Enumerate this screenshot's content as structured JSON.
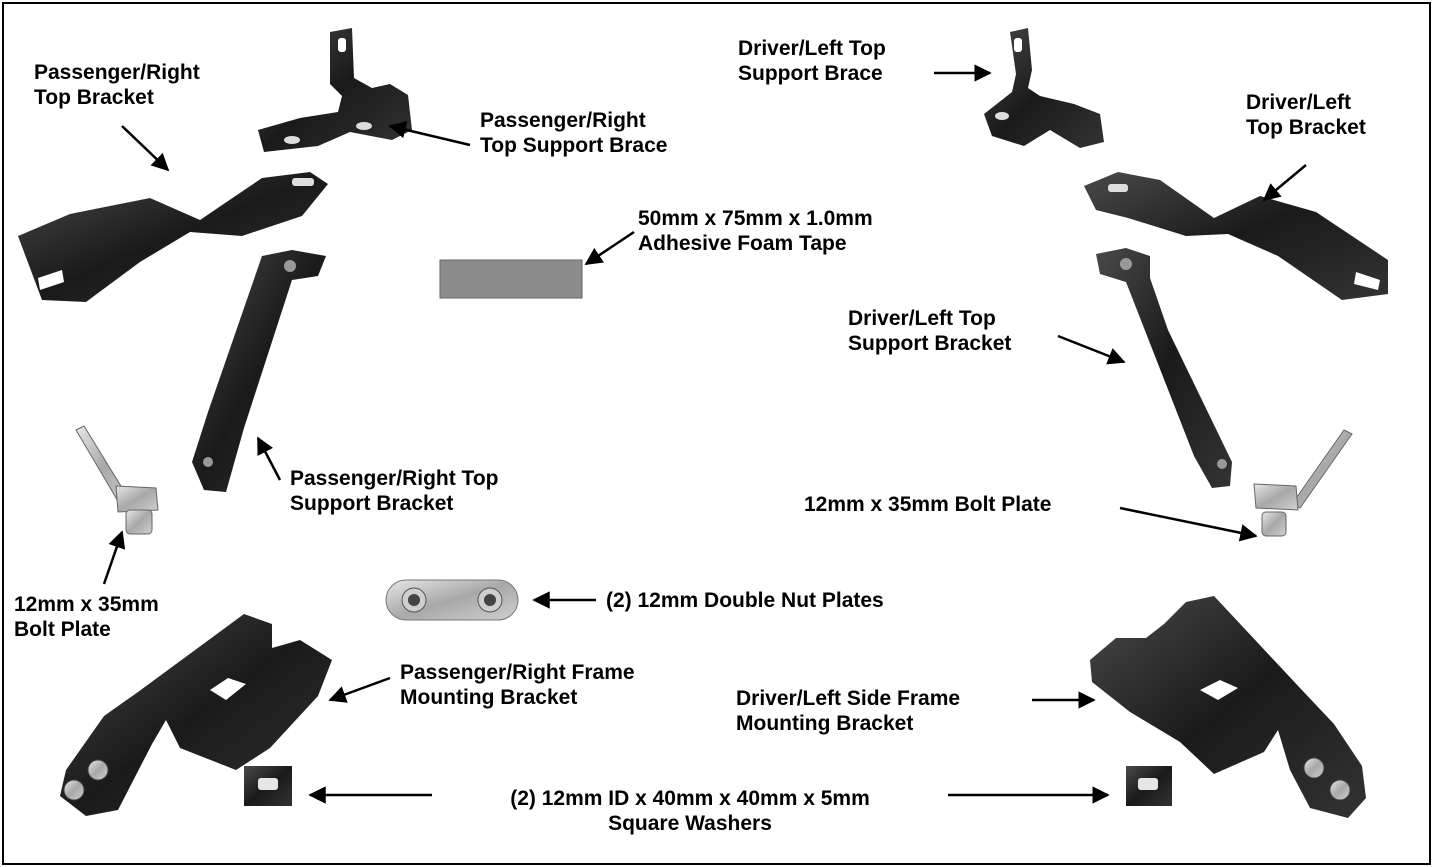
{
  "colors": {
    "border": "#000000",
    "metal_dark": "#1e1e1e",
    "metal_mid": "#3a3a3a",
    "metal_light": "#9a9a9a",
    "foam": "#8c8c8c"
  },
  "labels": {
    "pass_top_bracket": [
      "Passenger/Right",
      "Top Bracket"
    ],
    "pass_top_support_brace": [
      "Passenger/Right",
      "Top Support Brace"
    ],
    "foam_tape": [
      "50mm x 75mm x 1.0mm",
      "Adhesive Foam Tape"
    ],
    "pass_top_support_bracket": [
      "Passenger/Right Top",
      "Support Bracket"
    ],
    "bolt_plate_left": [
      "12mm x 35mm",
      "Bolt Plate"
    ],
    "nut_plates": [
      "(2) 12mm Double Nut Plates"
    ],
    "pass_frame_bracket": [
      "Passenger/Right Frame",
      "Mounting Bracket"
    ],
    "washers": [
      "(2) 12mm ID x 40mm x 40mm x 5mm",
      "Square Washers"
    ],
    "driver_top_support_brace": [
      "Driver/Left Top",
      "Support Brace"
    ],
    "driver_top_bracket": [
      "Driver/Left",
      "Top Bracket"
    ],
    "driver_top_support_bracket": [
      "Driver/Left Top",
      "Support Bracket"
    ],
    "bolt_plate_right": [
      "12mm x 35mm Bolt Plate"
    ],
    "driver_frame_bracket": [
      "Driver/Left Side Frame",
      "Mounting Bracket"
    ]
  }
}
